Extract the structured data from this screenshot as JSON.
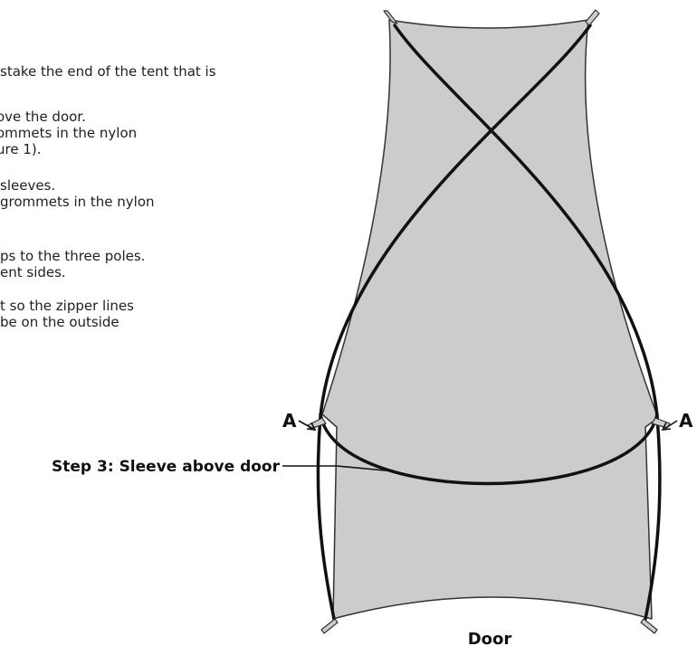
{
  "instructions": {
    "lines": [
      "stake the end of the tent that is",
      "ove the door.",
      "ommets in the nylon",
      "ure 1).",
      "sleeves.",
      "grommets in the nylon",
      "ps to the three poles.",
      "ent sides.",
      "t so the zipper lines",
      "be on the outside"
    ]
  },
  "diagram": {
    "corner_label_left": "A",
    "corner_label_right": "A",
    "callout_label": "Step 3: Sleeve above door",
    "door_label": "Door",
    "colors": {
      "tent_fill": "#cccccc",
      "pole_stroke": "#111111",
      "outline_stroke": "#333333"
    }
  }
}
